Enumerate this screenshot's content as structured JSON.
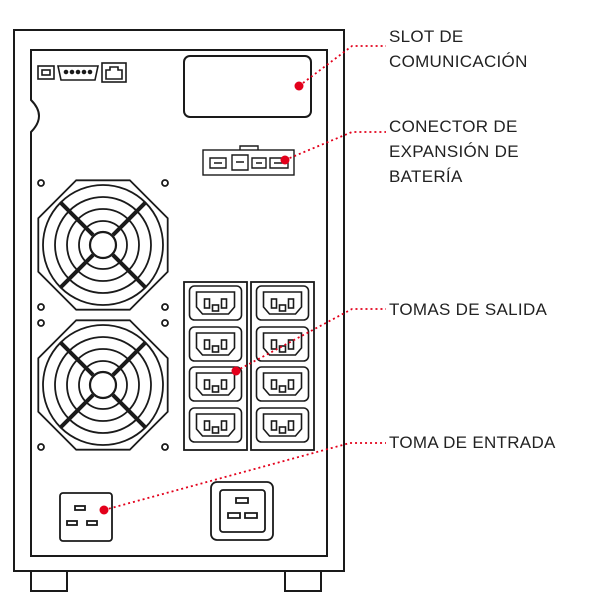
{
  "labels": {
    "comm_slot": [
      "SLOT DE",
      "COMUNICACIÓN"
    ],
    "battery_connector": [
      "CONECTOR DE",
      "EXPANSIÓN DE",
      "BATERÍA"
    ],
    "output_sockets": [
      "TOMAS DE SALIDA"
    ],
    "input_socket": [
      "TOMA DE ENTRADA"
    ]
  },
  "colors": {
    "accent": "#e3001b",
    "outline": "#1a1a1a",
    "text": "#222222"
  },
  "icons": [
    "usb-port-icon",
    "rs232-port-icon",
    "rj45-port-icon",
    "cooling-fan-icon",
    "iec-c13-outlet-icon",
    "iec-c20-inlet-icon",
    "iec-c19-outlet-icon"
  ]
}
